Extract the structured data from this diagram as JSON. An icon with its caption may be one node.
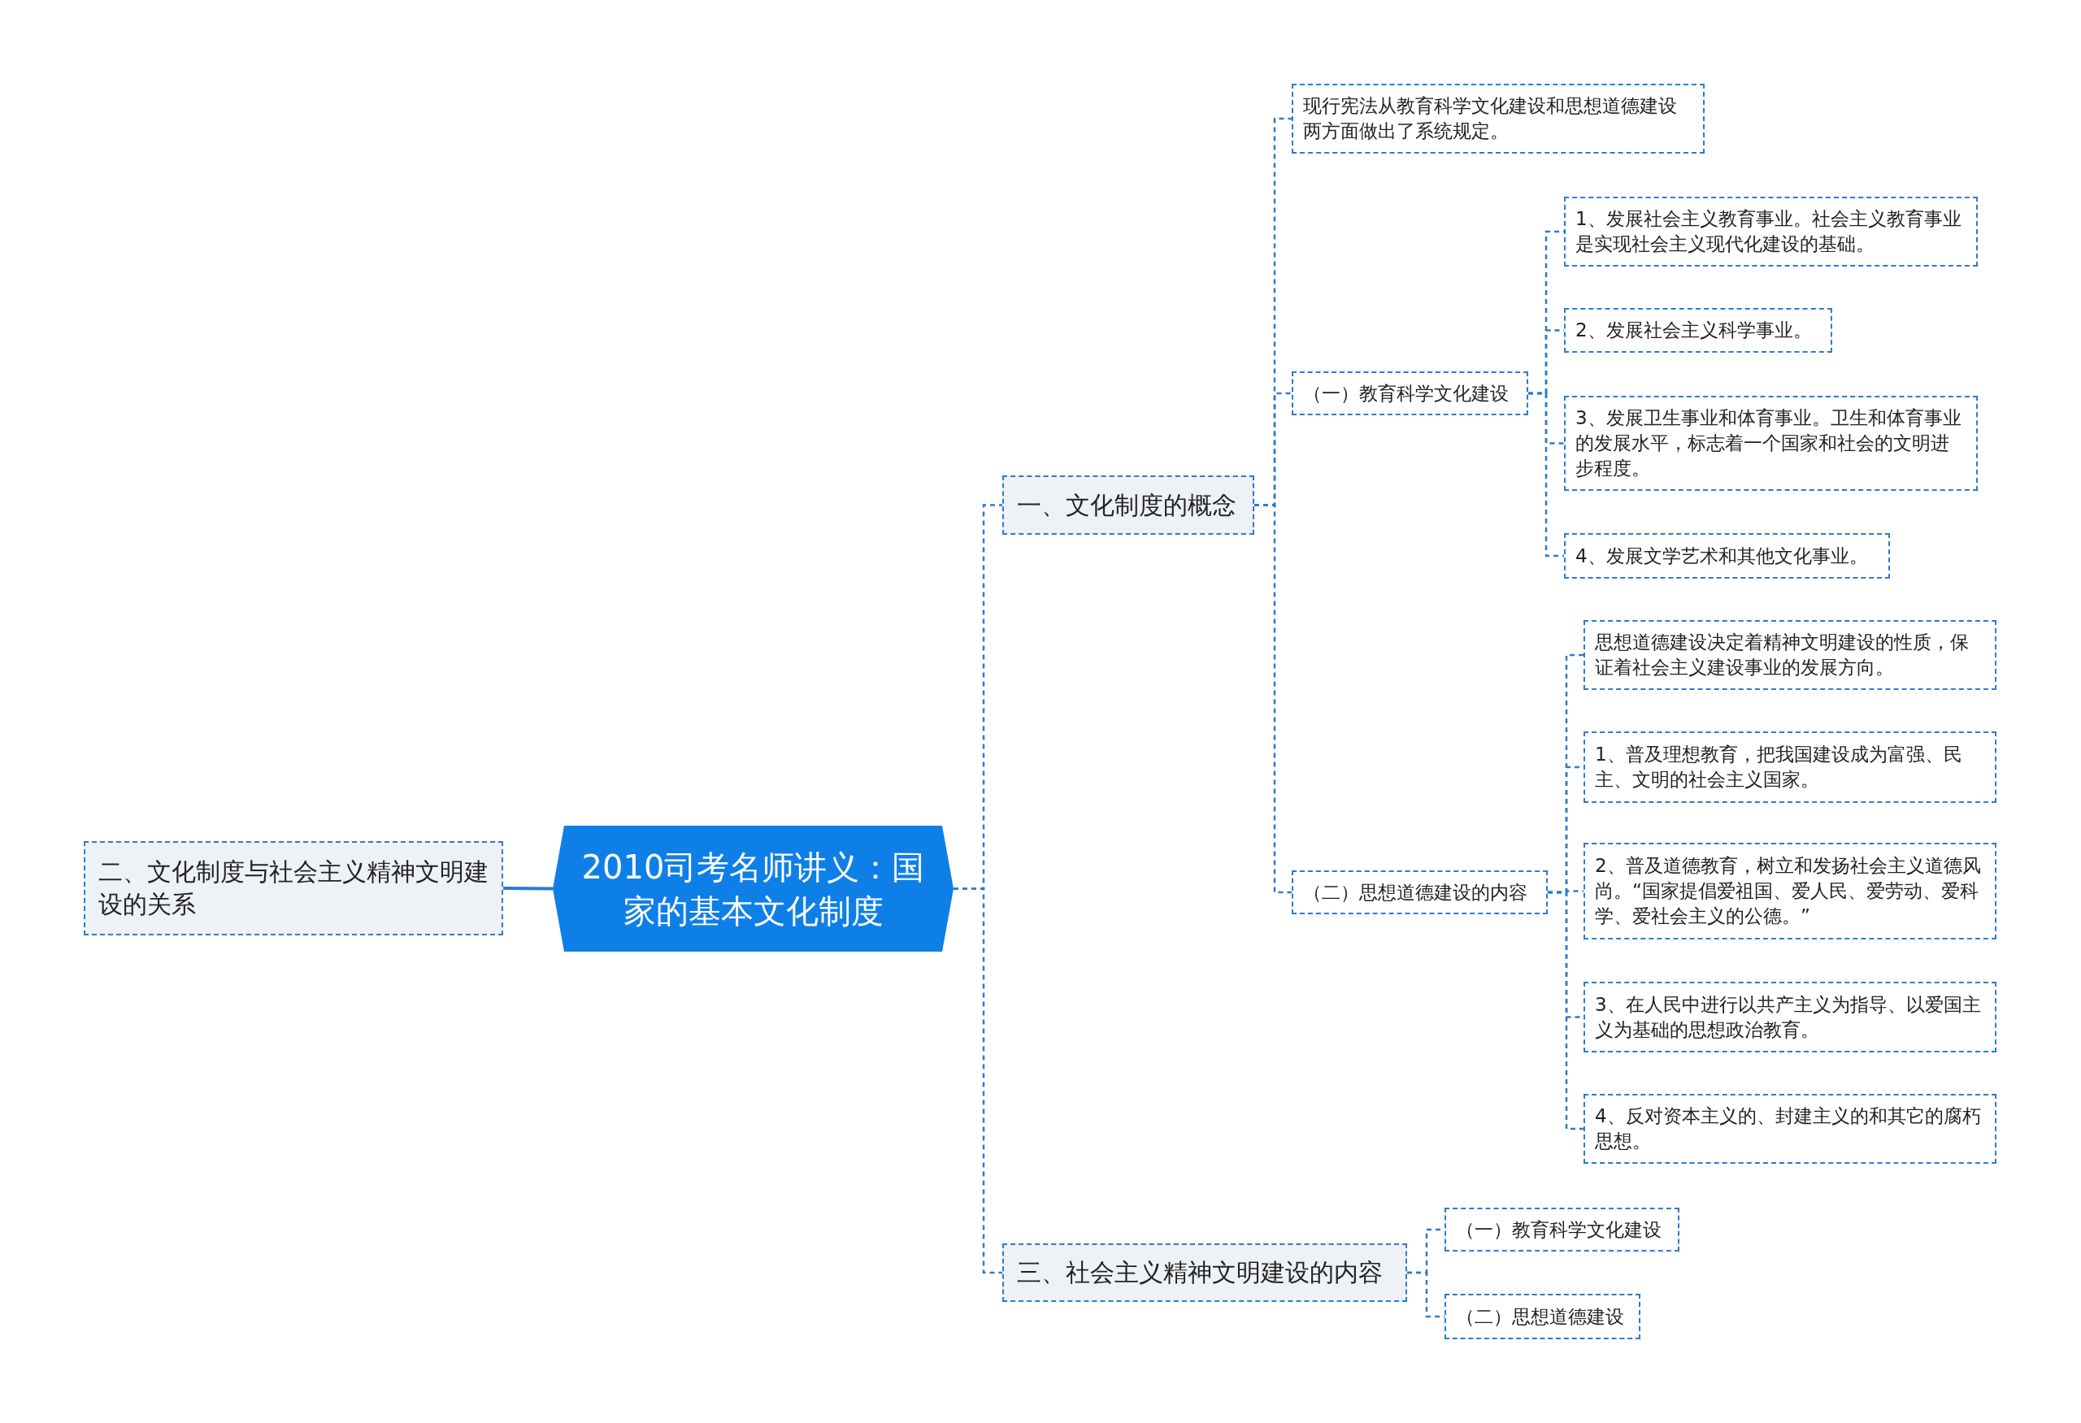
{
  "diagram": {
    "nodes": [
      {
        "text": [
          "2010司考名师讲义：国家的基本文化制度"
        ]
      },
      {
        "text": [
          "二、文化制度与社会主义精神文明建设的关系"
        ]
      },
      {
        "text": [
          "一、文化制度的概念"
        ]
      },
      {
        "text": [
          "现行宪法从教育科学文化建设和思想道德建设两方面做出了系统规定。"
        ]
      },
      {
        "text": [
          "（一）教育科学文化建设"
        ]
      },
      {
        "text": [
          "1、发展社会主义教育事业。社会主义教育事业是实现社会主义现代化建设的基础。"
        ]
      },
      {
        "text": [
          "2、发展社会主义科学事业。"
        ]
      },
      {
        "text": [
          "3、发展卫生事业和体育事业。卫生和体育事业的发展水平，标志着一个国家和社会的文明进步程度。"
        ]
      },
      {
        "text": [
          "4、发展文学艺术和其他文化事业。"
        ]
      },
      {
        "text": [
          "（二）思想道德建设的内容"
        ]
      },
      {
        "text": [
          "思想道德建设决定着精神文明建设的性质，保证着社会主义建设事业的发展方向。"
        ]
      },
      {
        "text": [
          "1、普及理想教育，把我国建设成为富强、民主、文明的社会主义国家。"
        ]
      },
      {
        "text": [
          "2、普及道德教育，树立和发扬社会主义道德风尚。“国家提倡爱祖国、爱人民、爱劳动、爱科学、爱社会主义的公德。”"
        ]
      },
      {
        "text": [
          "3、在人民中进行以共产主义为指导、以爱国主义为基础的思想政治教育。"
        ]
      },
      {
        "text": [
          "4、反对资本主义的、封建主义的和其它的腐朽思想。"
        ]
      },
      {
        "text": [
          "三、社会主义精神文明建设的内容"
        ]
      },
      {
        "text": [
          "（一）教育科学文化建设"
        ]
      },
      {
        "text": [
          "（二）思想道德建设"
        ]
      }
    ],
    "edges": [
      {
        "from": 0,
        "to": 1,
        "arrow": "none"
      },
      {
        "from": 0,
        "to": 2,
        "arrow": "none",
        "style": "dashed"
      },
      {
        "from": 0,
        "to": 15,
        "arrow": "none",
        "style": "dashed"
      },
      {
        "from": 2,
        "to": 3,
        "arrow": "none",
        "style": "dashed"
      },
      {
        "from": 2,
        "to": 4,
        "arrow": "none",
        "style": "dashed"
      },
      {
        "from": 2,
        "to": 9,
        "arrow": "none",
        "style": "dashed"
      },
      {
        "from": 4,
        "to": 5,
        "arrow": "none",
        "style": "dashed"
      },
      {
        "from": 4,
        "to": 6,
        "arrow": "none",
        "style": "dashed"
      },
      {
        "from": 4,
        "to": 7,
        "arrow": "none",
        "style": "dashed"
      },
      {
        "from": 4,
        "to": 8,
        "arrow": "none",
        "style": "dashed"
      },
      {
        "from": 9,
        "to": 10,
        "arrow": "none",
        "style": "dashed"
      },
      {
        "from": 9,
        "to": 11,
        "arrow": "none",
        "style": "dashed"
      },
      {
        "from": 9,
        "to": 12,
        "arrow": "none",
        "style": "dashed"
      },
      {
        "from": 9,
        "to": 13,
        "arrow": "none",
        "style": "dashed"
      },
      {
        "from": 9,
        "to": 14,
        "arrow": "none",
        "style": "dashed"
      },
      {
        "from": 15,
        "to": 16,
        "arrow": "none",
        "style": "dashed"
      },
      {
        "from": 15,
        "to": 17,
        "arrow": "none",
        "style": "dashed"
      }
    ]
  }
}
